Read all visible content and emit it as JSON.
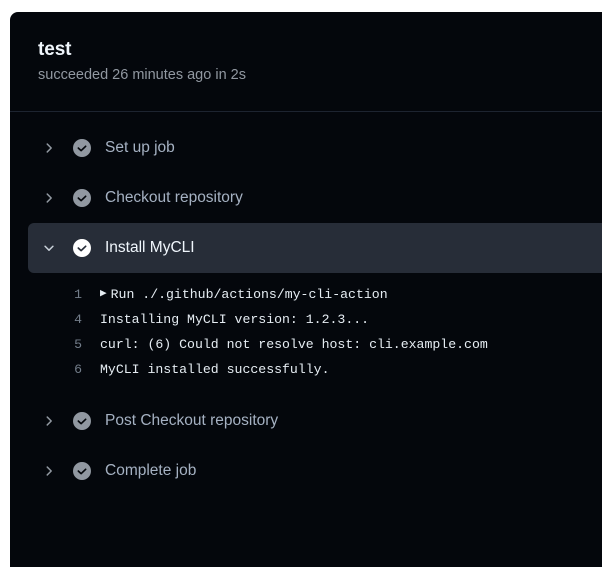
{
  "job": {
    "title": "test",
    "status_line": "succeeded 26 minutes ago in 2s"
  },
  "colors": {
    "panel_background": "#04070c",
    "expanded_row_background": "#272d38",
    "divider": "#1d2430",
    "title_text": "#f0f6fc",
    "muted_text": "#9198a1",
    "step_label": "#a5b1c2",
    "log_text": "#e6edf3",
    "log_line_number": "#737d8a",
    "check_icon_collapsed": "#9198a1",
    "check_icon_expanded": "#ffffff"
  },
  "steps": [
    {
      "label": "Set up job",
      "expanded": false,
      "chevron_icon": "chevron-right-icon",
      "status_icon": "check-circle-icon"
    },
    {
      "label": "Checkout repository",
      "expanded": false,
      "chevron_icon": "chevron-right-icon",
      "status_icon": "check-circle-icon"
    },
    {
      "label": "Install MyCLI",
      "expanded": true,
      "chevron_icon": "chevron-down-icon",
      "status_icon": "check-circle-icon"
    },
    {
      "label": "Post Checkout repository",
      "expanded": false,
      "chevron_icon": "chevron-right-icon",
      "status_icon": "check-circle-icon"
    },
    {
      "label": "Complete job",
      "expanded": false,
      "chevron_icon": "chevron-right-icon",
      "status_icon": "check-circle-icon"
    }
  ],
  "log": {
    "lines": [
      {
        "number": "1",
        "marker": "▶",
        "text": "Run ./.github/actions/my-cli-action"
      },
      {
        "number": "4",
        "marker": "",
        "text": "Installing MyCLI version: 1.2.3..."
      },
      {
        "number": "5",
        "marker": "",
        "text": "curl: (6) Could not resolve host: cli.example.com"
      },
      {
        "number": "6",
        "marker": "",
        "text": "MyCLI installed successfully."
      }
    ]
  }
}
